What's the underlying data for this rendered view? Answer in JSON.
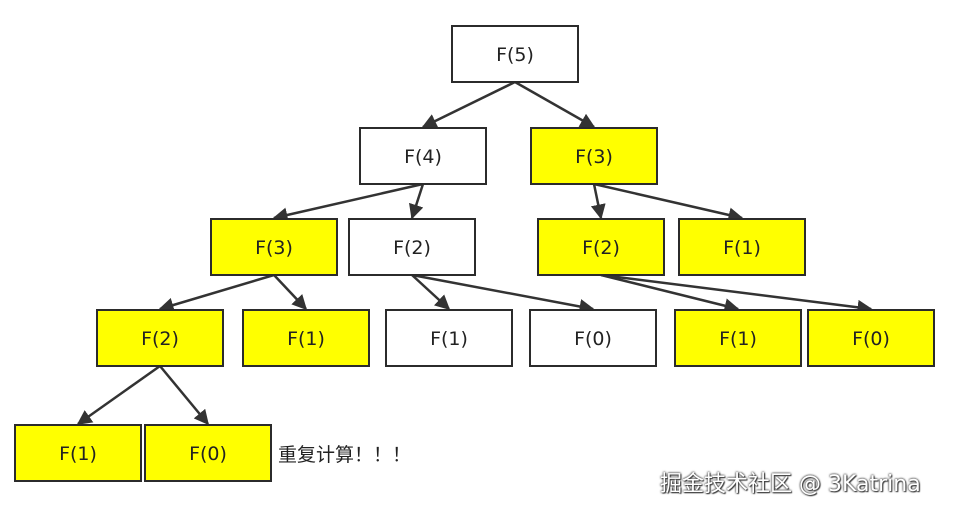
{
  "colors": {
    "highlight": "#ffff00",
    "normal": "#ffffff",
    "stroke": "#2b2b2b",
    "edge": "#333333"
  },
  "nodes": [
    {
      "id": "n1",
      "label": "F(5)",
      "repeated": false
    },
    {
      "id": "n2",
      "label": "F(4)",
      "repeated": false
    },
    {
      "id": "n3",
      "label": "F(3)",
      "repeated": true
    },
    {
      "id": "n4",
      "label": "F(3)",
      "repeated": true
    },
    {
      "id": "n5",
      "label": "F(2)",
      "repeated": false
    },
    {
      "id": "n6",
      "label": "F(2)",
      "repeated": true
    },
    {
      "id": "n7",
      "label": "F(1)",
      "repeated": true
    },
    {
      "id": "n8",
      "label": "F(2)",
      "repeated": true
    },
    {
      "id": "n9",
      "label": "F(1)",
      "repeated": true
    },
    {
      "id": "n10",
      "label": "F(1)",
      "repeated": false
    },
    {
      "id": "n11",
      "label": "F(0)",
      "repeated": false
    },
    {
      "id": "n12",
      "label": "F(1)",
      "repeated": true
    },
    {
      "id": "n13",
      "label": "F(0)",
      "repeated": true
    },
    {
      "id": "n14",
      "label": "F(1)",
      "repeated": true
    },
    {
      "id": "n15",
      "label": "F(0)",
      "repeated": true
    }
  ],
  "edges": [
    [
      "n1",
      "n2"
    ],
    [
      "n1",
      "n3"
    ],
    [
      "n2",
      "n4"
    ],
    [
      "n2",
      "n5"
    ],
    [
      "n3",
      "n6"
    ],
    [
      "n3",
      "n7"
    ],
    [
      "n4",
      "n8"
    ],
    [
      "n4",
      "n9"
    ],
    [
      "n5",
      "n10"
    ],
    [
      "n5",
      "n11"
    ],
    [
      "n6",
      "n12"
    ],
    [
      "n6",
      "n13"
    ],
    [
      "n8",
      "n14"
    ],
    [
      "n8",
      "n15"
    ]
  ],
  "note": "重复计算！！！",
  "watermark": "掘金技术社区 @ 3Katrina"
}
